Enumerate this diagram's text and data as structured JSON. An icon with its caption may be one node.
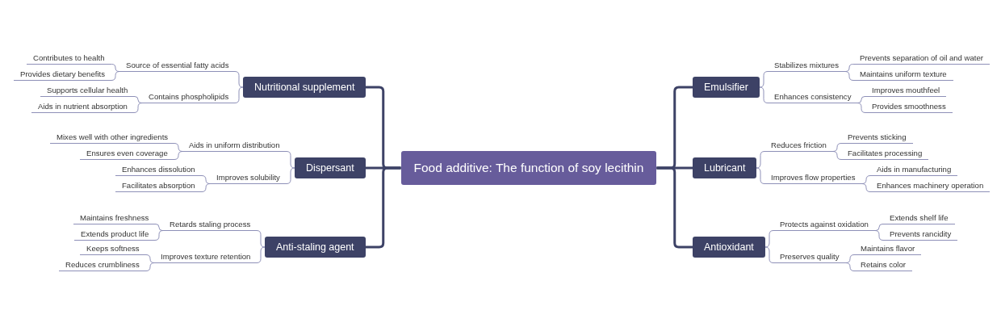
{
  "diagram": {
    "nodes": [
      {
        "text": [
          "Food additive: The function of soy lecithin"
        ]
      },
      {
        "text": [
          "Nutritional supplement"
        ]
      },
      {
        "text": [
          "Source of essential fatty acids"
        ]
      },
      {
        "text": [
          "Contributes to health"
        ]
      },
      {
        "text": [
          "Provides dietary benefits"
        ]
      },
      {
        "text": [
          "Contains phospholipids"
        ]
      },
      {
        "text": [
          "Supports cellular health"
        ]
      },
      {
        "text": [
          "Aids in nutrient absorption"
        ]
      },
      {
        "text": [
          "Dispersant"
        ]
      },
      {
        "text": [
          "Aids in uniform distribution"
        ]
      },
      {
        "text": [
          "Mixes well with other ingredients"
        ]
      },
      {
        "text": [
          "Ensures even coverage"
        ]
      },
      {
        "text": [
          "Improves solubility"
        ]
      },
      {
        "text": [
          "Enhances dissolution"
        ]
      },
      {
        "text": [
          "Facilitates absorption"
        ]
      },
      {
        "text": [
          "Anti-staling agent"
        ]
      },
      {
        "text": [
          "Retards staling process"
        ]
      },
      {
        "text": [
          "Maintains freshness"
        ]
      },
      {
        "text": [
          "Extends product life"
        ]
      },
      {
        "text": [
          "Improves texture retention"
        ]
      },
      {
        "text": [
          "Keeps softness"
        ]
      },
      {
        "text": [
          "Reduces crumbliness"
        ]
      },
      {
        "text": [
          "Emulsifier"
        ]
      },
      {
        "text": [
          "Stabilizes mixtures"
        ]
      },
      {
        "text": [
          "Prevents separation of oil and water"
        ]
      },
      {
        "text": [
          "Maintains uniform texture"
        ]
      },
      {
        "text": [
          "Enhances consistency"
        ]
      },
      {
        "text": [
          "Improves mouthfeel"
        ]
      },
      {
        "text": [
          "Provides smoothness"
        ]
      },
      {
        "text": [
          "Lubricant"
        ]
      },
      {
        "text": [
          "Reduces friction"
        ]
      },
      {
        "text": [
          "Prevents sticking"
        ]
      },
      {
        "text": [
          "Facilitates processing"
        ]
      },
      {
        "text": [
          "Improves flow properties"
        ]
      },
      {
        "text": [
          "Aids in manufacturing"
        ]
      },
      {
        "text": [
          "Enhances machinery operation"
        ]
      },
      {
        "text": [
          "Antioxidant"
        ]
      },
      {
        "text": [
          "Protects against oxidation"
        ]
      },
      {
        "text": [
          "Extends shelf life"
        ]
      },
      {
        "text": [
          "Prevents rancidity"
        ]
      },
      {
        "text": [
          "Preserves quality"
        ]
      },
      {
        "text": [
          "Maintains flavor"
        ]
      },
      {
        "text": [
          "Retains color"
        ]
      }
    ],
    "edges": [
      {
        "from": 0,
        "to": 1,
        "arrow": "none",
        "style": "thick",
        "color": "#3d4266"
      },
      {
        "from": 1,
        "to": 2,
        "arrow": "none"
      },
      {
        "from": 2,
        "to": 3,
        "arrow": "none"
      },
      {
        "from": 2,
        "to": 4,
        "arrow": "none"
      },
      {
        "from": 1,
        "to": 5,
        "arrow": "none"
      },
      {
        "from": 5,
        "to": 6,
        "arrow": "none"
      },
      {
        "from": 5,
        "to": 7,
        "arrow": "none"
      },
      {
        "from": 0,
        "to": 8,
        "arrow": "none",
        "style": "thick",
        "color": "#3d4266"
      },
      {
        "from": 8,
        "to": 9,
        "arrow": "none"
      },
      {
        "from": 9,
        "to": 10,
        "arrow": "none"
      },
      {
        "from": 9,
        "to": 11,
        "arrow": "none"
      },
      {
        "from": 8,
        "to": 12,
        "arrow": "none"
      },
      {
        "from": 12,
        "to": 13,
        "arrow": "none"
      },
      {
        "from": 12,
        "to": 14,
        "arrow": "none"
      },
      {
        "from": 0,
        "to": 15,
        "arrow": "none",
        "style": "thick",
        "color": "#3d4266"
      },
      {
        "from": 15,
        "to": 16,
        "arrow": "none"
      },
      {
        "from": 16,
        "to": 17,
        "arrow": "none"
      },
      {
        "from": 16,
        "to": 18,
        "arrow": "none"
      },
      {
        "from": 15,
        "to": 19,
        "arrow": "none"
      },
      {
        "from": 19,
        "to": 20,
        "arrow": "none"
      },
      {
        "from": 19,
        "to": 21,
        "arrow": "none"
      },
      {
        "from": 0,
        "to": 22,
        "arrow": "none",
        "style": "thick",
        "color": "#3d4266"
      },
      {
        "from": 22,
        "to": 23,
        "arrow": "none"
      },
      {
        "from": 23,
        "to": 24,
        "arrow": "none"
      },
      {
        "from": 23,
        "to": 25,
        "arrow": "none"
      },
      {
        "from": 22,
        "to": 26,
        "arrow": "none"
      },
      {
        "from": 26,
        "to": 27,
        "arrow": "none"
      },
      {
        "from": 26,
        "to": 28,
        "arrow": "none"
      },
      {
        "from": 0,
        "to": 29,
        "arrow": "none",
        "style": "thick",
        "color": "#3d4266"
      },
      {
        "from": 29,
        "to": 30,
        "arrow": "none"
      },
      {
        "from": 30,
        "to": 31,
        "arrow": "none"
      },
      {
        "from": 30,
        "to": 32,
        "arrow": "none"
      },
      {
        "from": 29,
        "to": 33,
        "arrow": "none"
      },
      {
        "from": 33,
        "to": 34,
        "arrow": "none"
      },
      {
        "from": 33,
        "to": 35,
        "arrow": "none"
      },
      {
        "from": 0,
        "to": 36,
        "arrow": "none",
        "style": "thick",
        "color": "#3d4266"
      },
      {
        "from": 36,
        "to": 37,
        "arrow": "none"
      },
      {
        "from": 37,
        "to": 38,
        "arrow": "none"
      },
      {
        "from": 37,
        "to": 39,
        "arrow": "none"
      },
      {
        "from": 36,
        "to": 40,
        "arrow": "none"
      },
      {
        "from": 40,
        "to": 41,
        "arrow": "none"
      },
      {
        "from": 40,
        "to": 42,
        "arrow": "none"
      }
    ]
  }
}
